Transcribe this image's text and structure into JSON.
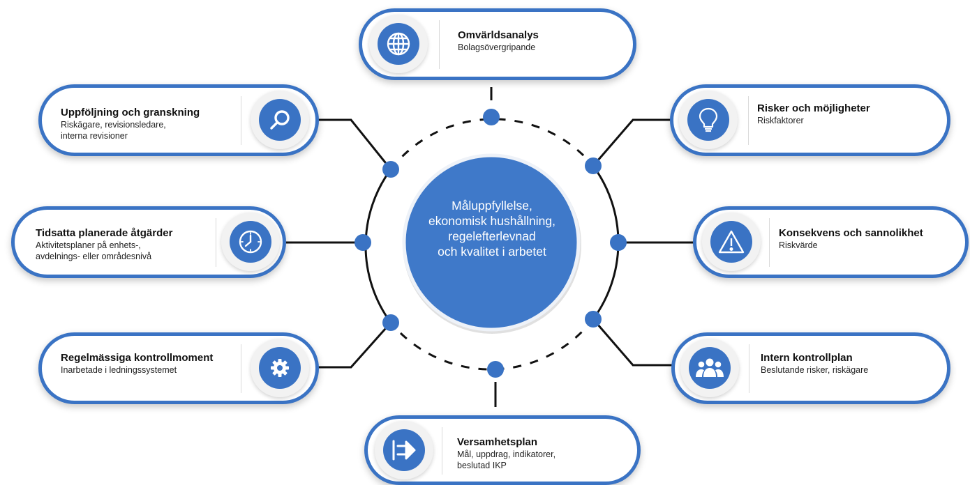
{
  "center": {
    "lines": [
      "Måluppfyllelse,",
      "ekonomisk hushållning,",
      "regelefterlevnad",
      "och kvalitet i arbetet"
    ]
  },
  "colors": {
    "accent": "#3a73c4",
    "line": "#111111",
    "icon_bg": "#f2f2f2"
  },
  "cards": {
    "omvarld": {
      "title": "Omvärldsanalys",
      "sub": [
        "Bolagsövergripande"
      ],
      "icon": "globe-icon"
    },
    "risker": {
      "title": "Risker och möjligheter",
      "sub": [
        "Riskfaktorer"
      ],
      "icon": "lightbulb-icon"
    },
    "konsekvens": {
      "title": "Konsekvens och sannolikhet",
      "sub": [
        "Riskvärde"
      ],
      "icon": "warning-icon"
    },
    "intern": {
      "title": "Intern kontrollplan",
      "sub": [
        "Beslutande risker, riskägare"
      ],
      "icon": "group-icon"
    },
    "versamhet": {
      "title": "Versamhetsplan",
      "sub": [
        "Mål, uppdrag, indikatorer,",
        "beslutad IKP"
      ],
      "icon": "arrow-flow-icon"
    },
    "regel": {
      "title": "Regelmässiga kontrollmoment",
      "sub": [
        "Inarbetade i ledningssystemet"
      ],
      "icon": "gear-icon"
    },
    "tidsatta": {
      "title": "Tidsatta planerade åtgärder",
      "sub": [
        "Aktivitetsplaner på enhets-,",
        "avdelnings- eller områdesnivå"
      ],
      "icon": "clock-icon"
    },
    "uppfolj": {
      "title": "Uppföljning och granskning",
      "sub": [
        "Riskägare, revisionsledare,",
        "interna revisioner"
      ],
      "icon": "search-icon"
    }
  }
}
